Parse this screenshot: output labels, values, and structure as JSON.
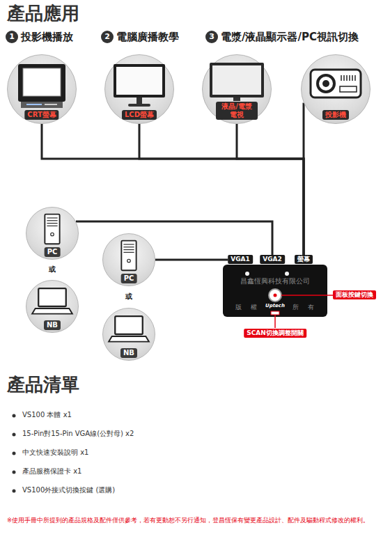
{
  "diagram": {
    "title": "產品應用",
    "nodes": [
      {
        "text": [
          "CRT螢幕"
        ]
      },
      {
        "text": [
          "LCD螢幕"
        ]
      },
      {
        "text": [
          "液晶/電漿 電視"
        ]
      },
      {
        "text": [
          "投影機"
        ]
      },
      {
        "text": [
          "PC"
        ]
      },
      {
        "text": [
          "NB"
        ]
      },
      {
        "text": [
          "PC"
        ]
      },
      {
        "text": [
          "NB"
        ]
      },
      {
        "text": [
          "Uptech"
        ]
      },
      {
        "text": [
          "VGA1"
        ]
      },
      {
        "text": [
          "VGA2"
        ]
      },
      {
        "text": [
          "螢幕"
        ]
      },
      {
        "text": [
          "面板按鍵切換"
        ]
      },
      {
        "text": [
          "SCAN切換調整開關"
        ]
      }
    ],
    "edges": [
      {
        "from": 4,
        "to": 10,
        "arrow": "none"
      },
      {
        "from": 6,
        "to": 9,
        "arrow": "none"
      },
      {
        "from": 11,
        "to": 0,
        "arrow": "none"
      },
      {
        "from": 11,
        "to": 1,
        "arrow": "none"
      },
      {
        "from": 11,
        "to": 2,
        "arrow": "none"
      },
      {
        "from": 11,
        "to": 3,
        "arrow": "none"
      }
    ],
    "labels": [
      "1",
      "投影機播放",
      "2",
      "電腦廣播教學",
      "3",
      "電漿/液晶顯示器/PC視訊切換",
      "或",
      "或",
      "昌鑫恆興科技有限公司",
      "版",
      "權",
      "所",
      "有",
      "產品清單",
      "VS100 本體 x1",
      "15-Pin對15-Pin VGA線(公對母) x2",
      "中文快速安裝說明 x1",
      "產品服務保證卡 x1",
      "VS100外接式切換按鍵 (選購)",
      "※使用手冊中所提到的產品規格及配件僅供參考，若有更動恕不另行通知，登昌恆保有變更產品設計、配件及驅動程式修改的權利。"
    ]
  }
}
